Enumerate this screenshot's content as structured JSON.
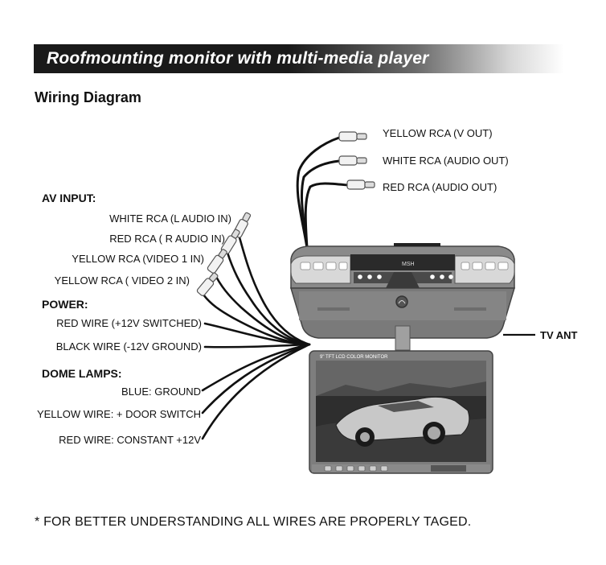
{
  "header": {
    "banner_title": "Roofmounting monitor with multi-media player"
  },
  "section_title": "Wiring Diagram",
  "outputs": [
    {
      "label": "YELLOW RCA (V OUT)"
    },
    {
      "label": "WHITE RCA (AUDIO OUT)"
    },
    {
      "label": "RED RCA (AUDIO OUT)"
    }
  ],
  "av_input": {
    "heading": "AV INPUT:",
    "items": [
      {
        "label": "WHITE RCA (L AUDIO IN)"
      },
      {
        "label": "RED RCA ( R AUDIO IN)"
      },
      {
        "label": "YELLOW RCA (VIDEO 1 IN)"
      },
      {
        "label": "YELLOW RCA ( VIDEO 2 IN)"
      }
    ]
  },
  "power": {
    "heading": "POWER:",
    "items": [
      {
        "label": "RED WIRE (+12V SWITCHED)"
      },
      {
        "label": "BLACK WIRE (-12V GROUND)"
      }
    ]
  },
  "dome_lamps": {
    "heading": "DOME LAMPS:",
    "items": [
      {
        "label": "BLUE: GROUND"
      },
      {
        "label": "YELLOW WIRE: + DOOR SWITCH"
      },
      {
        "label": "RED WIRE: CONSTANT  +12V"
      }
    ]
  },
  "tv_ant": {
    "label": "TV ANT"
  },
  "monitor": {
    "screen_caption": "9\" TFT LCD COLOR MONITOR"
  },
  "footnote": "* FOR BETTER UNDERSTANDING ALL WIRES ARE PROPERLY TAGED."
}
